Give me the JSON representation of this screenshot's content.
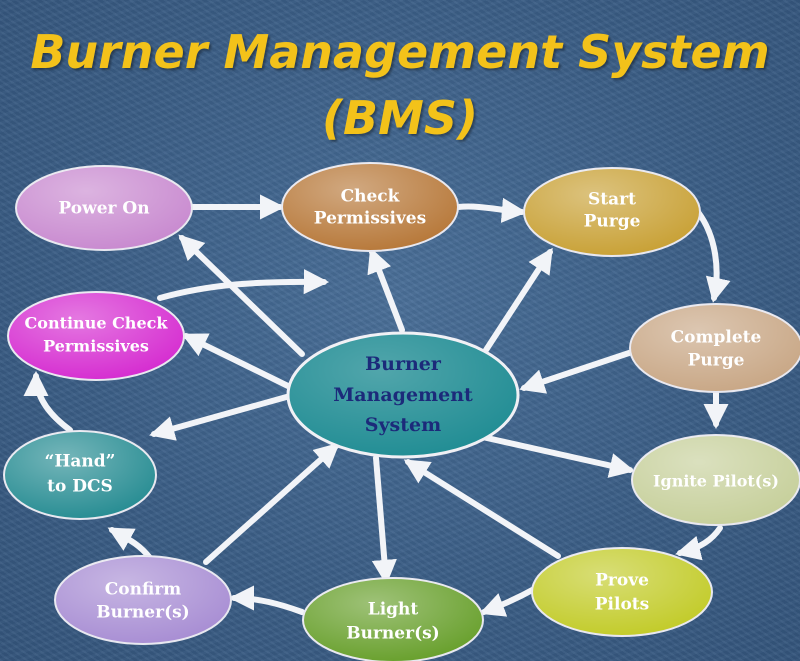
{
  "title": {
    "line1": "Burner Management System",
    "line2": "(BMS)"
  },
  "colors": {
    "background": "#3c5f86",
    "title": "#f3c21a",
    "arrow": "#f2f4f8"
  },
  "nodes": {
    "power_on": {
      "lines": [
        "Power On"
      ],
      "fill": "#c98bd0"
    },
    "check_permissives": {
      "lines": [
        "Check",
        "Permissives"
      ],
      "fill": "#b87a3c"
    },
    "start_purge": {
      "lines": [
        "Start",
        "Purge"
      ],
      "fill": "#c9a238"
    },
    "complete_purge": {
      "lines": [
        "Complete",
        "Purge"
      ],
      "fill": "#c9a887"
    },
    "continue_check": {
      "lines": [
        "Continue Check",
        "Permissives"
      ],
      "fill": "#d62fd1"
    },
    "bms": {
      "lines": [
        "Burner",
        "Management",
        "System"
      ],
      "fill": "#238e95"
    },
    "hand_dcs": {
      "lines": [
        "“Hand”",
        "to DCS"
      ],
      "fill": "#2a8e94"
    },
    "ignite_pilot": {
      "lines": [
        "Ignite Pilot(s)"
      ],
      "fill": "#c7d09c"
    },
    "confirm_burner": {
      "lines": [
        "Confirm",
        "Burner(s)"
      ],
      "fill": "#a98fd4"
    },
    "light_burner": {
      "lines": [
        "Light",
        "Burner(s)"
      ],
      "fill": "#6aa12f"
    },
    "prove_pilots": {
      "lines": [
        "Prove",
        "Pilots"
      ],
      "fill": "#c3cc2c"
    }
  }
}
